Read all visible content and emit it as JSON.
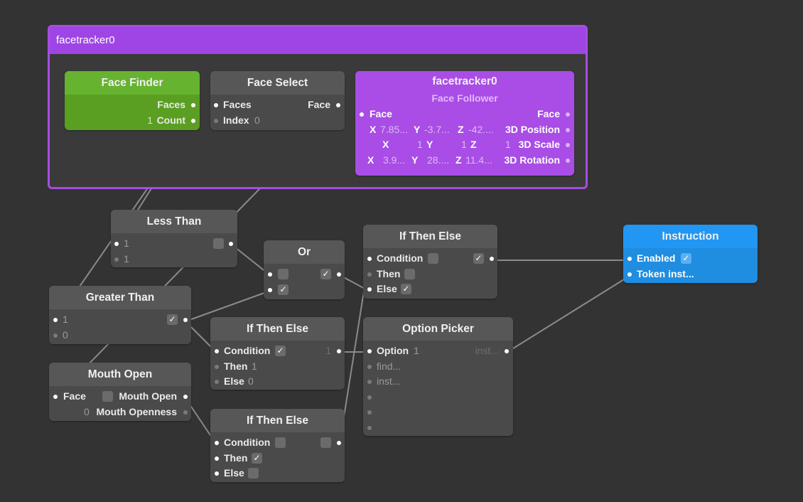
{
  "group": {
    "title": "facetracker0"
  },
  "face_finder": {
    "title": "Face Finder",
    "out_faces": "Faces",
    "count_value": "1",
    "out_count": "Count"
  },
  "face_select": {
    "title": "Face Select",
    "in_faces": "Faces",
    "in_index": "Index",
    "index_value": "0",
    "out_face": "Face"
  },
  "face_follower": {
    "title": "facetracker0",
    "subtitle": "Face Follower",
    "in_face": "Face",
    "out_face": "Face",
    "position": {
      "x_label": "X",
      "x": "7.85...",
      "y_label": "Y",
      "y": "-3.7...",
      "z_label": "Z",
      "z": "-42....",
      "label": "3D Position"
    },
    "scale": {
      "x_label": "X",
      "x": "1",
      "y_label": "Y",
      "y": "1",
      "z_label": "Z",
      "z": "1",
      "label": "3D Scale"
    },
    "rotation": {
      "x_label": "X",
      "x": "3.9...",
      "y_label": "Y",
      "y": "28....",
      "z_label": "Z",
      "z": "11.4...",
      "label": "3D Rotation"
    }
  },
  "less_than": {
    "title": "Less Than",
    "in1": "1",
    "in2": "1"
  },
  "greater_than": {
    "title": "Greater Than",
    "in1": "1",
    "in2": "0"
  },
  "mouth_open": {
    "title": "Mouth Open",
    "in_face": "Face",
    "out_open": "Mouth Open",
    "openness_value": "0",
    "out_openness": "Mouth Openness"
  },
  "or_node": {
    "title": "Or"
  },
  "ite_top": {
    "title": "If Then Else",
    "condition": "Condition",
    "then": "Then",
    "else": "Else"
  },
  "ite_mid": {
    "title": "If Then Else",
    "condition": "Condition",
    "then": "Then",
    "then_value": "1",
    "else": "Else",
    "else_value": "0",
    "out_value": "1"
  },
  "ite_bot": {
    "title": "If Then Else",
    "condition": "Condition",
    "then": "Then",
    "else": "Else"
  },
  "option_picker": {
    "title": "Option Picker",
    "option": "Option",
    "option_value": "1",
    "opt1": "find...",
    "opt2": "inst...",
    "out": "inst..."
  },
  "instruction": {
    "title": "Instruction",
    "enabled": "Enabled",
    "token": "Token inst..."
  },
  "glyphs": {
    "check": "✓"
  },
  "colors": {
    "group": "#9f45e6",
    "face_finder": "#5a9e22",
    "instruction": "#1f8de0",
    "wire": "#8a8a8a"
  }
}
